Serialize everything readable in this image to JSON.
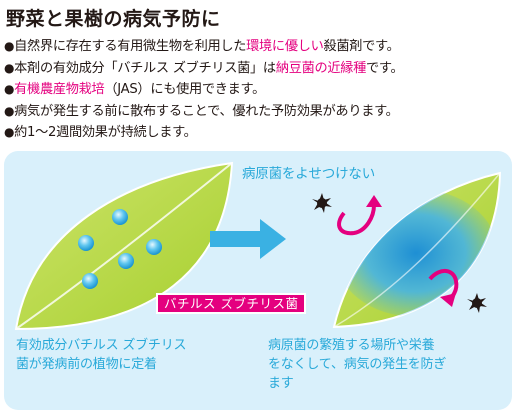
{
  "title": "野菜と果樹の病気予防に",
  "bullets": {
    "b1": {
      "pre": "自然界に存在する有用微生物を利用した",
      "highlight": "環境に優しい",
      "post": "殺菌剤です。"
    },
    "b2": {
      "pre": "本剤の有効成分「バチルス ズブチリス菌」は",
      "highlight": "納豆菌の近縁種",
      "post": "です。"
    },
    "b3": {
      "highlight": "有機農産物栽培",
      "post": "（JAS）にも使用できます。"
    },
    "b4": {
      "text": "病気が発生する前に散布することで、優れた予防効果があります。"
    },
    "b5": {
      "text": "約1〜2週間効果が持続します。"
    }
  },
  "bullet_symbol": "●",
  "diagram": {
    "top_caption": "病原菌をよせつけない",
    "bacteria_label": "バチルス ズブチリス菌",
    "left_caption": [
      "有効成分バチルス ズブチリス",
      "菌が発病前の植物に定着"
    ],
    "right_caption": [
      "病原菌の繁殖する場所や栄養",
      "をなくして、病気の発生を防ぎ",
      "ます"
    ]
  },
  "icons": [
    "left-leaf-icon",
    "bacteria-dot-icon",
    "process-arrow-icon",
    "covered-leaf-icon",
    "pathogen-icon",
    "deflect-arrow-icon"
  ],
  "colors": {
    "accent_pink": "#e4007f",
    "caption_blue": "#29a9d9",
    "panel_bg": "#d9f0fb",
    "leaf_green": "#b5d93b",
    "arrow_blue": "#3ab1e3"
  }
}
